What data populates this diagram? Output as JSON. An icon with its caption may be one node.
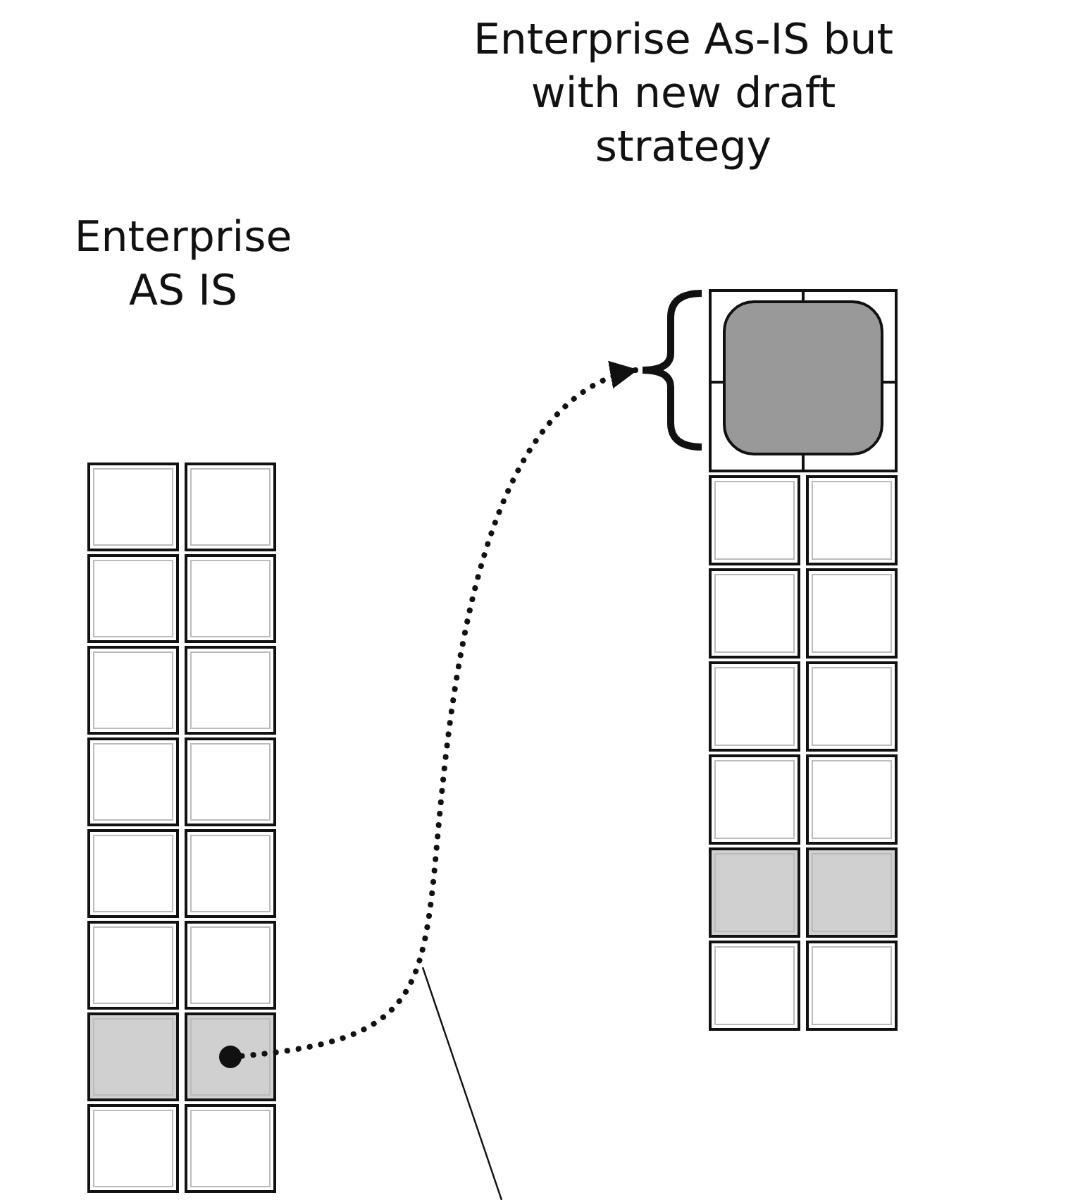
{
  "diagram": {
    "nodes": [
      {
        "text": [
          "Enterprise AS IS"
        ]
      },
      {
        "text": [],
        "shape": "box",
        "in": 0
      },
      {
        "text": [],
        "shape": "box",
        "in": 0
      },
      {
        "text": [],
        "shape": "box",
        "in": 0
      },
      {
        "text": [],
        "shape": "box",
        "in": 0
      },
      {
        "text": [],
        "shape": "box",
        "in": 0
      },
      {
        "text": [],
        "shape": "box",
        "in": 0
      },
      {
        "text": [],
        "shape": "box",
        "in": 0
      },
      {
        "text": [],
        "shape": "box",
        "in": 0
      },
      {
        "text": [],
        "shape": "box",
        "in": 0
      },
      {
        "text": [],
        "shape": "box",
        "in": 0
      },
      {
        "text": [],
        "shape": "box",
        "in": 0
      },
      {
        "text": [],
        "shape": "box",
        "in": 0
      },
      {
        "text": [],
        "shape": "box",
        "in": 0
      },
      {
        "text": [],
        "shape": "box",
        "in": 0
      },
      {
        "text": [],
        "shape": "box",
        "in": 0
      },
      {
        "text": [],
        "shape": "box",
        "in": 0
      },
      {
        "text": [
          "Enterprise As-IS but with new draft strategy"
        ]
      },
      {
        "text": [],
        "shape": "box",
        "in": 17
      },
      {
        "text": [],
        "shape": "box",
        "in": 17
      },
      {
        "text": [],
        "shape": "box",
        "in": 17
      },
      {
        "text": [],
        "shape": "box",
        "in": 17
      },
      {
        "text": [],
        "shape": "box",
        "in": 17
      },
      {
        "text": [],
        "shape": "box",
        "in": 17
      },
      {
        "text": [],
        "shape": "box",
        "in": 17
      },
      {
        "text": [],
        "shape": "box",
        "in": 17
      },
      {
        "text": [],
        "shape": "box",
        "in": 17
      },
      {
        "text": [],
        "shape": "box",
        "in": 17
      },
      {
        "text": [],
        "shape": "box",
        "in": 17
      },
      {
        "text": [],
        "shape": "box",
        "in": 17
      },
      {
        "text": [],
        "shape": "box",
        "in": 17
      },
      {
        "text": [],
        "shape": "brace"
      }
    ],
    "edges": [
      {
        "from": 14,
        "to": 31,
        "arrow": "to",
        "style": "dashed"
      }
    ]
  }
}
